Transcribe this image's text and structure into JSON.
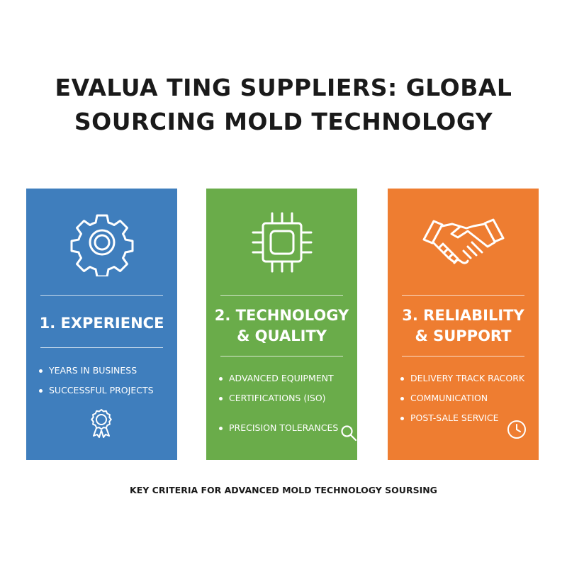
{
  "title": {
    "line1": "EVALUA TING SUPPLIERS: GLOBAL",
    "line2": "SOURCING MOLD TECHNOLOGY"
  },
  "cards": [
    {
      "color": "#3f7ebd",
      "icon": "gear-icon",
      "heading_line1": "1. EXPERIENCE",
      "heading_line2": "",
      "items": [
        "YEARS IN BUSINESS",
        "SUCCESSFUL PROJECTS"
      ],
      "accent_icon": "award-ribbon-icon"
    },
    {
      "color": "#6aac4a",
      "icon": "chip-icon",
      "heading_line1": "2. TECHNOLOGY",
      "heading_line2": "& QUALITY",
      "items": [
        "ADVANCED EQUIPMENT",
        "CERTIFICATIONS (ISO)",
        "PRECISION TOLERANCES"
      ],
      "accent_icon": "magnifier-icon"
    },
    {
      "color": "#ee7d31",
      "icon": "handshake-icon",
      "heading_line1": "3. RELIABILITY",
      "heading_line2": "& SUPPORT",
      "items": [
        "DELIVERY TRACK RACORK",
        "COMMUNICATION",
        "POST-SALE SERVICE"
      ],
      "accent_icon": "clock-icon"
    }
  ],
  "caption": "KEY CRITERIA FOR ADVANCED MOLD TECHNOLOGY SOURSING"
}
